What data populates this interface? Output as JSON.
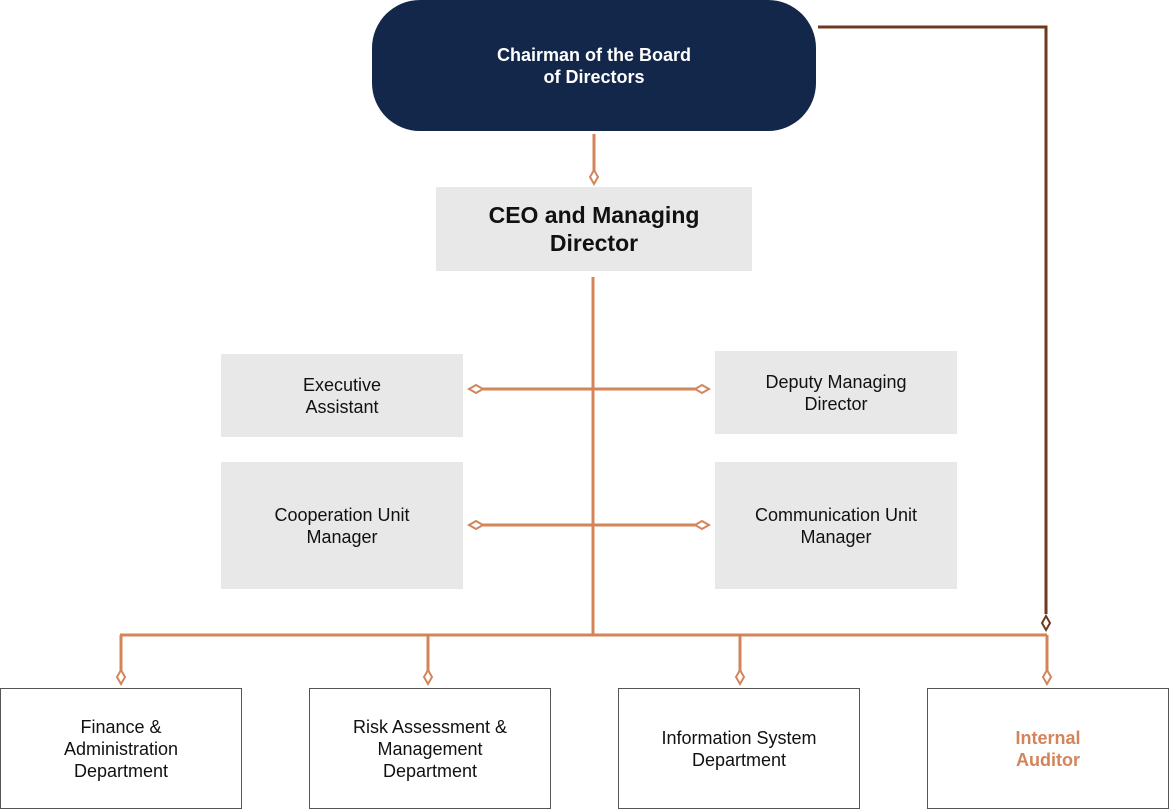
{
  "org_chart": {
    "chairman": "Chairman of the Board\nof Directors",
    "ceo": "CEO and Managing\nDirector",
    "executive_assistant": "Executive\nAssistant",
    "deputy_managing_director": "Deputy Managing\nDirector",
    "cooperation_unit_manager": "Cooperation Unit\nManager",
    "communication_unit_manager": "Communication Unit\nManager",
    "departments": [
      "Finance &\nAdministration\nDepartment",
      "Risk Assessment &\nManagement\nDepartment",
      "Information System\nDepartment",
      "Internal\nAuditor"
    ]
  },
  "colors": {
    "navy": "#13274a",
    "grey_box": "#e8e8e8",
    "connector_orange": "#d4845a",
    "connector_brown": "#6b3a1f",
    "auditor_text": "#d4845a"
  }
}
